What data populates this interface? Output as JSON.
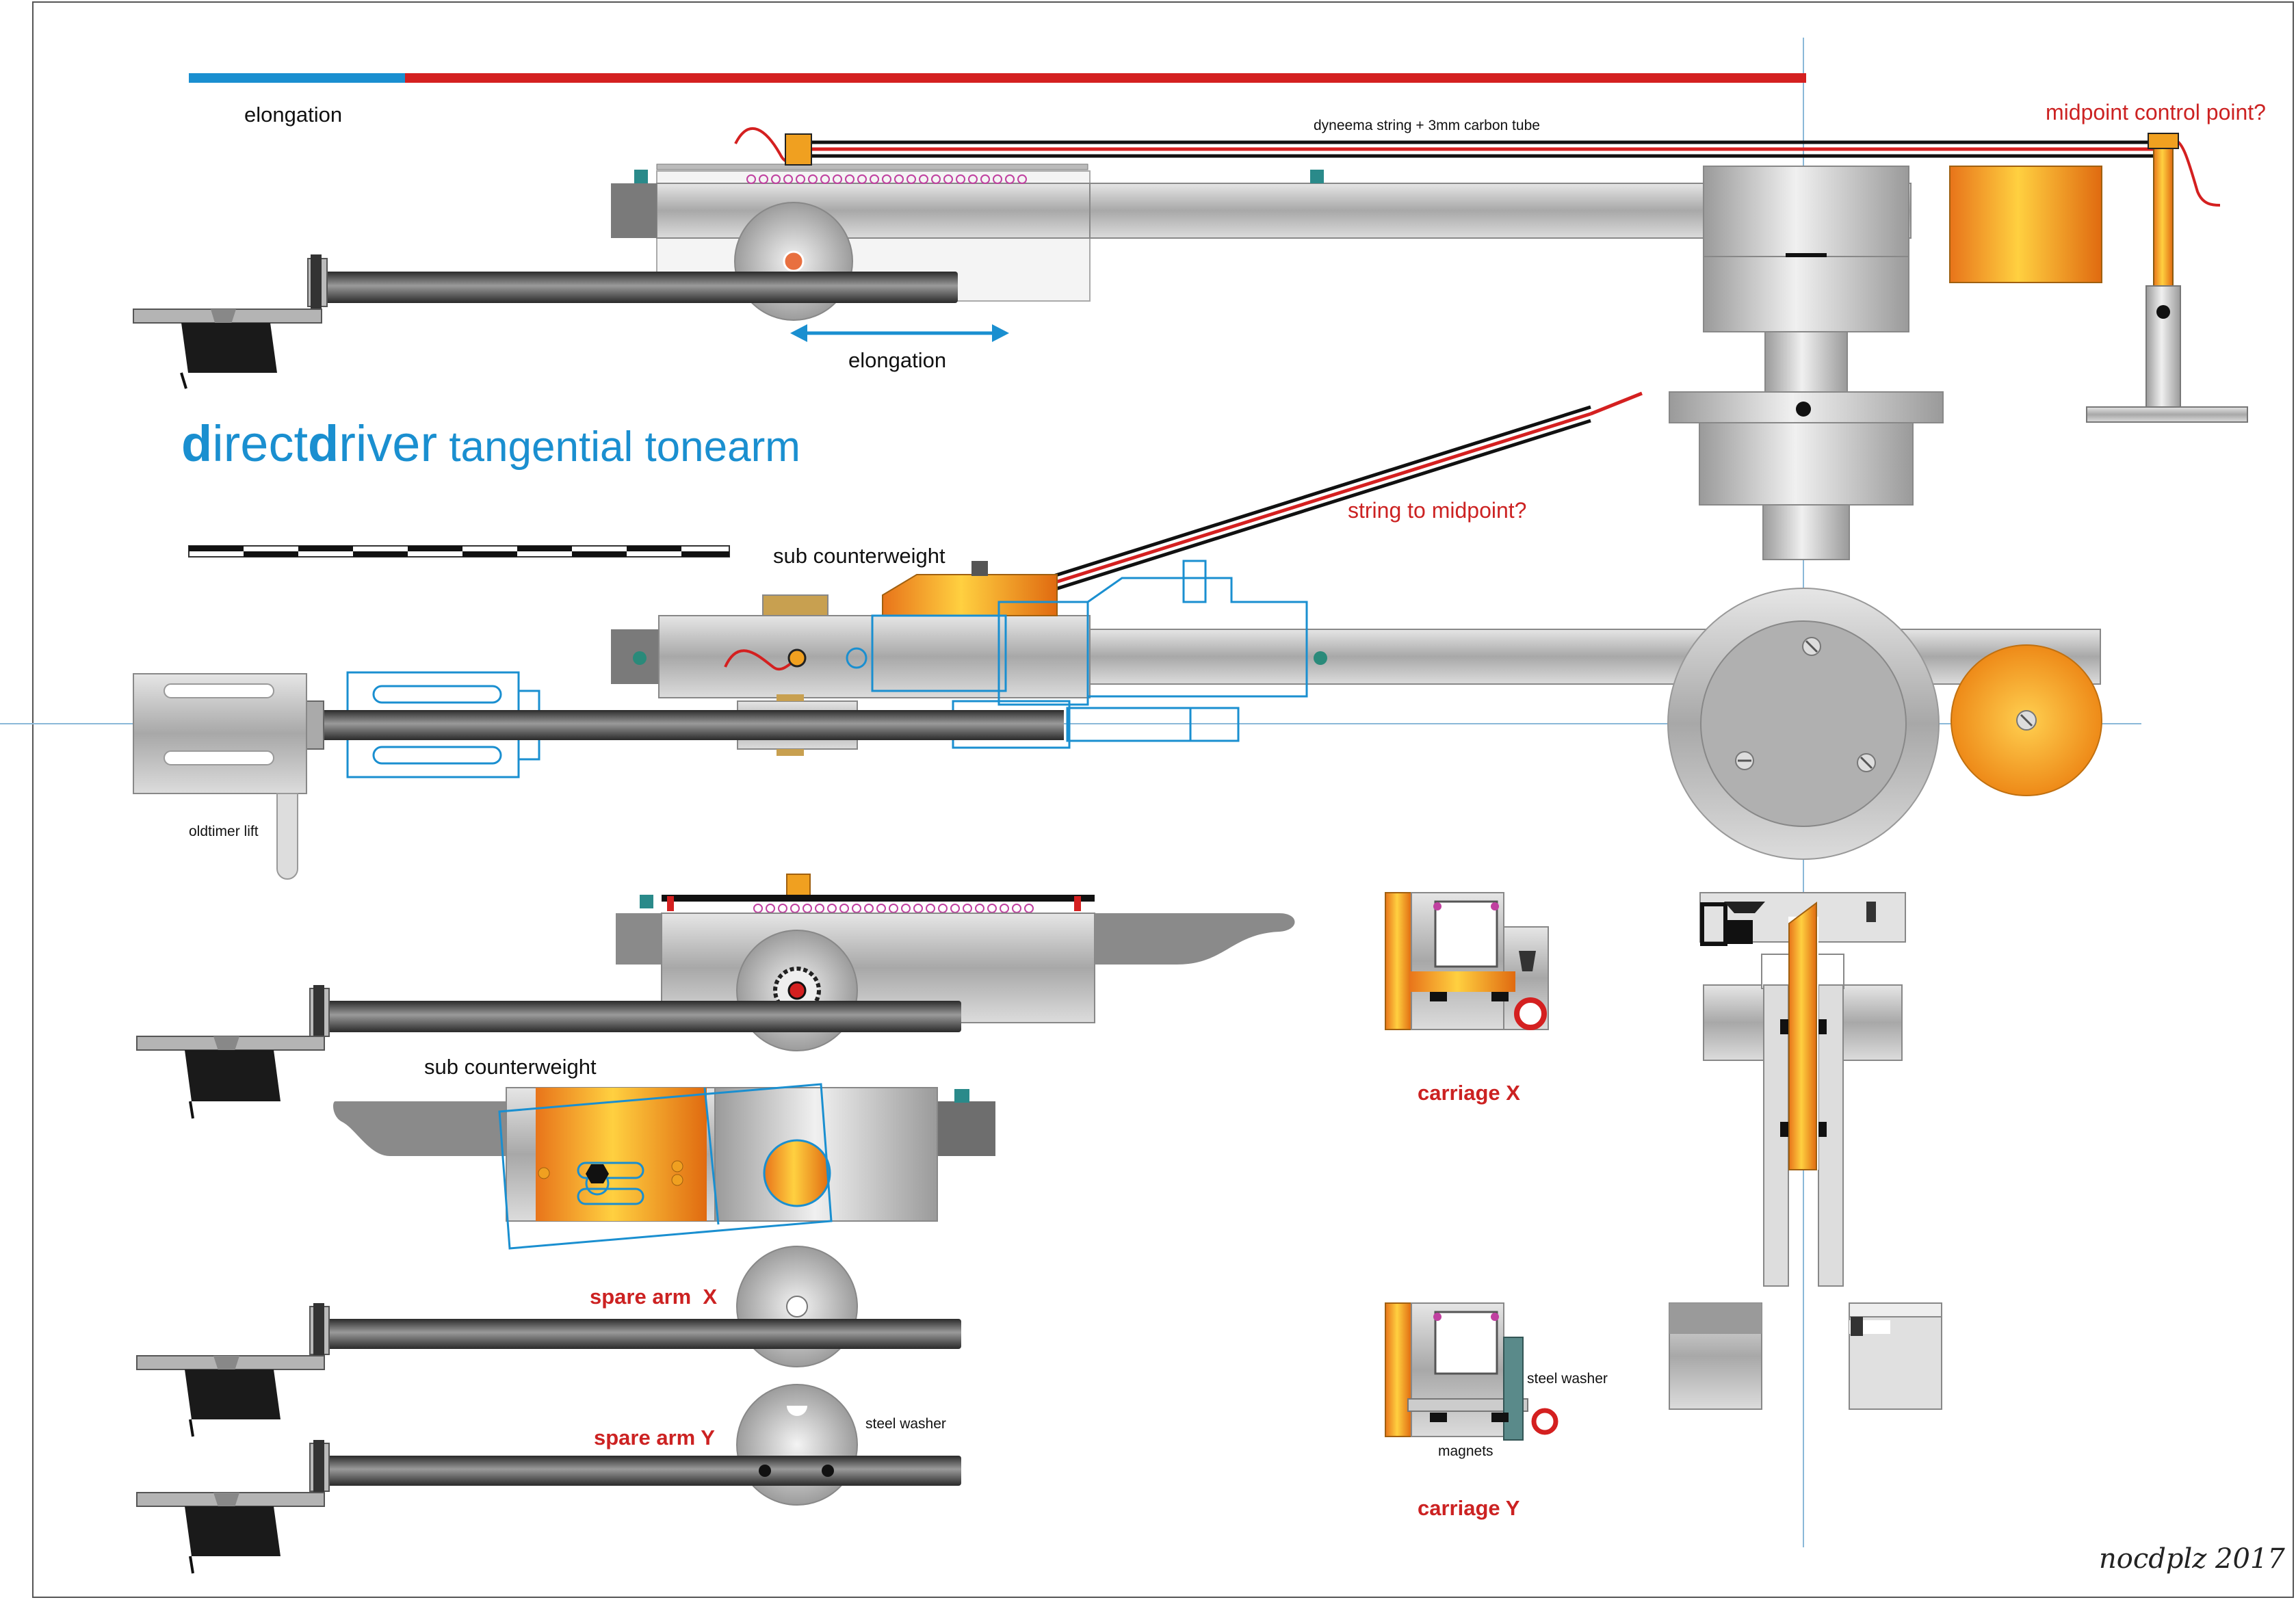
{
  "title": {
    "d1": "d",
    "w1": "irect",
    "d2": "d",
    "w2": "river",
    "rest": " tangential tonearm"
  },
  "labels": {
    "elongation_top": "elongation",
    "dyneema": "dyneema string + 3mm carbon tube",
    "midpoint_control": "midpoint control point?",
    "elongation_arrow": "elongation",
    "string_to_midpoint": "string to midpoint?",
    "sub_counterweight_1": "sub counterweight",
    "oldtimer_lift": "oldtimer lift",
    "sub_counterweight_2": "sub counterweight",
    "spare_arm_x": "spare arm  X",
    "spare_arm_y": "spare arm Y",
    "steel_washer_arm": "steel washer",
    "carriage_x": "carriage X",
    "carriage_y": "carriage Y",
    "steel_washer_carriage": "steel washer",
    "magnets": "magnets",
    "signature": "nocdplz 2017"
  },
  "colors": {
    "accent_blue": "#1a8fd0",
    "accent_red": "#cc2222",
    "metal": "#b4b4b4",
    "dark_metal": "#6e6e6e",
    "brass": "#f0a020"
  }
}
